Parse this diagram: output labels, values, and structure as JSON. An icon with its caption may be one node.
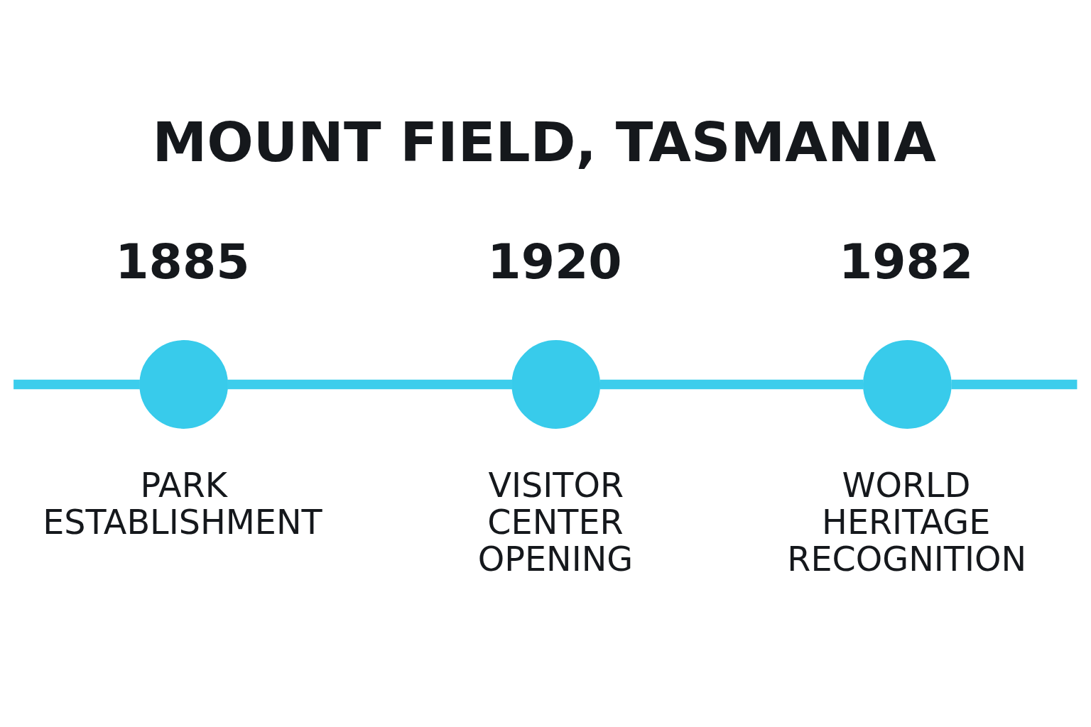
{
  "diagram": {
    "title": "MOUNT FIELD, TASMANIA",
    "nodes": [
      {
        "text": [],
        "shape": "circle",
        "beside": [
          "1885",
          "PARK ESTABLISHMENT"
        ]
      },
      {
        "text": [],
        "shape": "circle",
        "beside": [
          "1920",
          "VISITOR CENTER OPENING"
        ]
      },
      {
        "text": [],
        "shape": "circle",
        "beside": [
          "1982",
          "WORLD HERITAGE RECOGNITION"
        ]
      }
    ],
    "edges": [
      {
        "from": null,
        "to": 0,
        "arrow": "none"
      },
      {
        "from": 0,
        "to": 1,
        "arrow": "none"
      },
      {
        "from": 1,
        "to": 2,
        "arrow": "none"
      },
      {
        "from": 2,
        "to": null,
        "arrow": "none"
      }
    ]
  }
}
